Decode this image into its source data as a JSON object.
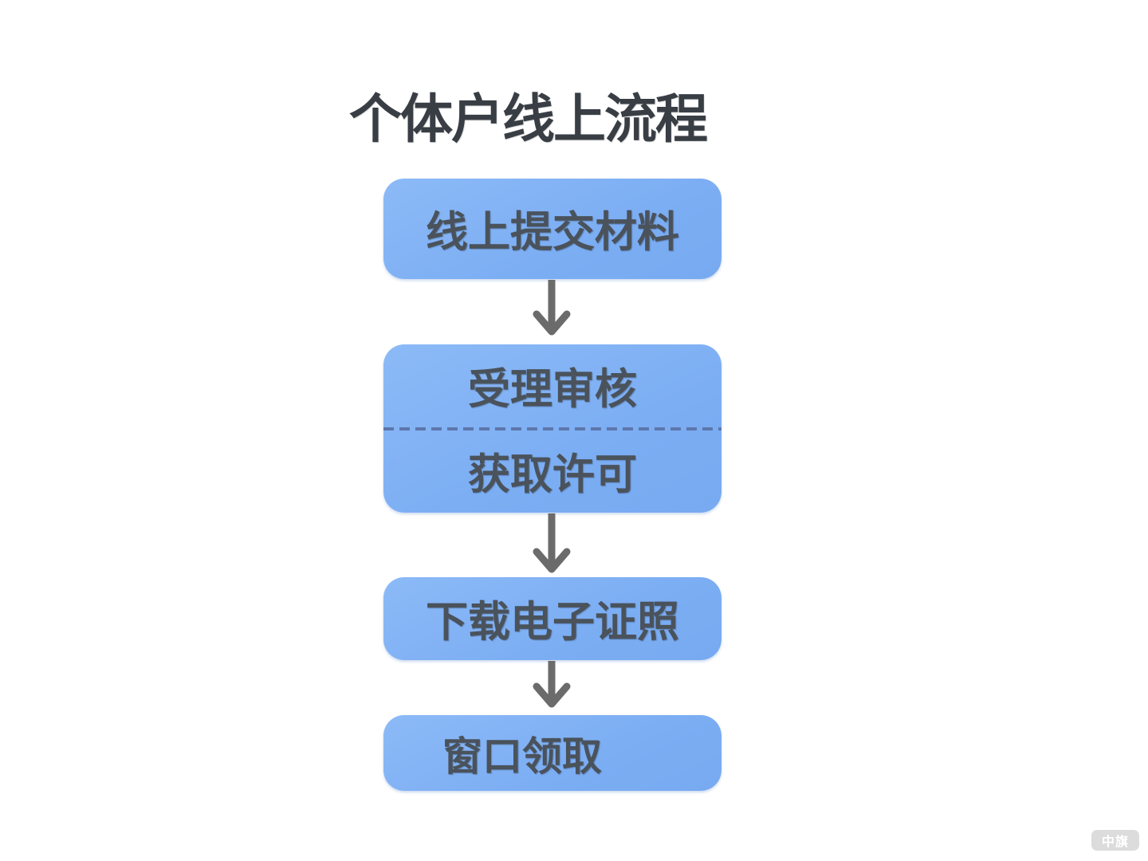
{
  "title": "个体户线上流程",
  "flow": {
    "steps": [
      {
        "label": "线上提交材料"
      },
      {
        "label_top": "受理审核",
        "label_bottom": "获取许可"
      },
      {
        "label": "下载电子证照"
      },
      {
        "label": "窗口领取"
      }
    ]
  },
  "watermark": "中旗",
  "colors": {
    "box_fill": "#7fb1f4",
    "box_text": "#4a525b",
    "title_text": "#393e45",
    "arrow": "#6b6b6b",
    "dashed_divider": "#5d77ac",
    "background": "#ffffff"
  }
}
